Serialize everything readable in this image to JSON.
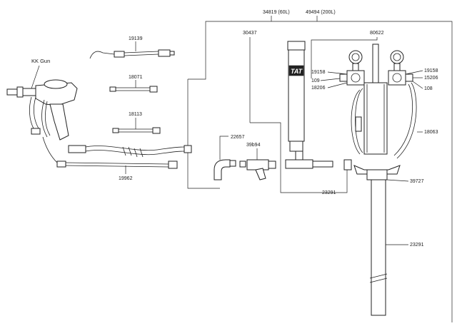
{
  "diagram": {
    "labels": {
      "gun": "KK Gun",
      "hose_19139": "19139",
      "hose_18071": "18071",
      "hose_18113": "18113",
      "hose_19962": "19962",
      "pump_60l": "34819 (60L)",
      "pump_200l": "49494 (200L)",
      "part_30437": "30437",
      "part_22657": "22657",
      "part_39594": "39b94",
      "part_23291_top": "23291",
      "part_80622": "80622",
      "part_19158_left": "19158",
      "part_109_left": "109",
      "part_18206_left": "18206",
      "part_19158_right": "19158",
      "part_15206_right": "15206",
      "part_108_right": "108",
      "part_18063": "18063",
      "part_39727": "39727",
      "part_23291_bottom": "23291",
      "brand": "TAT"
    }
  }
}
